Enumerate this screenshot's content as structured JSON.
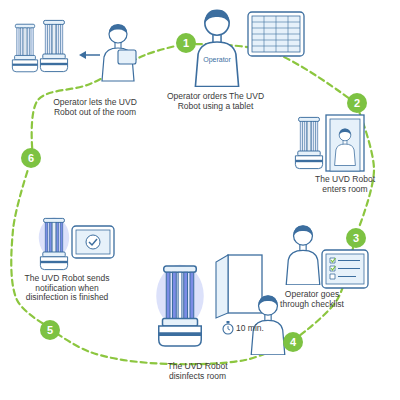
{
  "diagram": {
    "nodes": [
      {
        "text": [
          "1"
        ]
      },
      {
        "text": [
          "2"
        ]
      },
      {
        "text": [
          "3"
        ]
      },
      {
        "text": [
          "4"
        ]
      },
      {
        "text": [
          "5"
        ]
      },
      {
        "text": [
          "6"
        ]
      }
    ],
    "edges": [
      {
        "from": 0,
        "to": 1,
        "arrow": "none"
      },
      {
        "from": 1,
        "to": 2,
        "arrow": "none"
      },
      {
        "from": 2,
        "to": 3,
        "arrow": "none"
      },
      {
        "from": 3,
        "to": 4,
        "arrow": "none"
      },
      {
        "from": 4,
        "to": 5,
        "arrow": "none"
      },
      {
        "from": 5,
        "to": 0,
        "arrow": "none"
      }
    ],
    "labels": [
      "Operator",
      "Operator orders The UVD Robot using a tablet",
      "The UVD Robot enters room",
      "Operator goes through checklist",
      "10 min.",
      "The UVD Robot disinfects room",
      "The UVD Robot sends notification when disinfection is finished",
      "Operator lets the UVD Robot out of the room"
    ]
  }
}
